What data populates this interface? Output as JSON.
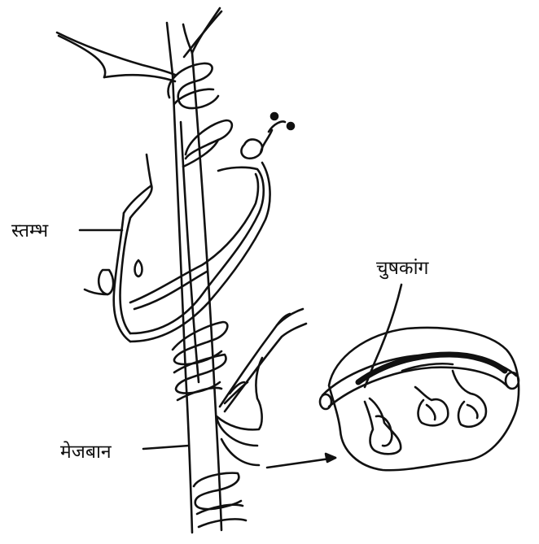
{
  "labels": {
    "stem": "स्तम्भ",
    "host": "मेजबान",
    "haustoria": "चुषकांग"
  },
  "colors": {
    "ink": "#111111",
    "background": "#ffffff"
  },
  "icons": [
    "host-branch",
    "parasite-stem",
    "haustoria-section",
    "pointer-arrow"
  ]
}
